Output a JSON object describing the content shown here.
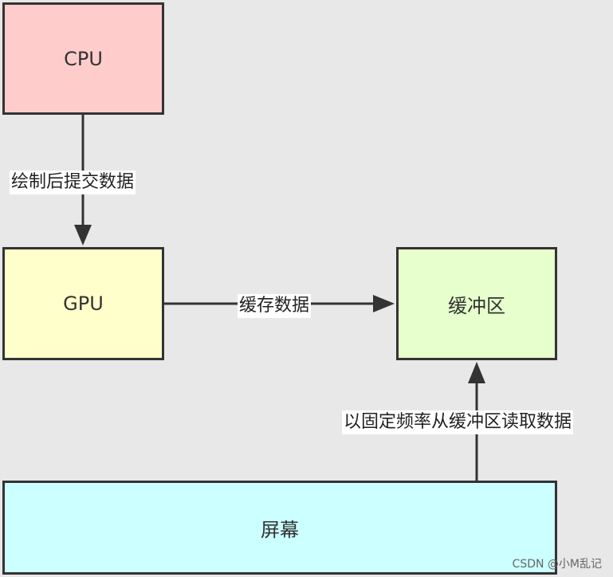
{
  "nodes": {
    "cpu": {
      "label": "CPU",
      "color": "#ffcccc"
    },
    "gpu": {
      "label": "GPU",
      "color": "#ffffcc"
    },
    "buffer": {
      "label": "缓冲区",
      "color": "#e6ffcc"
    },
    "screen": {
      "label": "屏幕",
      "color": "#ccffff"
    }
  },
  "edges": {
    "cpu_to_gpu": {
      "label": "绘制后提交数据"
    },
    "gpu_to_buffer": {
      "label": "缓存数据"
    },
    "screen_to_buffer": {
      "label": "以固定频率从缓冲区读取数据"
    }
  },
  "watermark": "CSDN @小M乱记",
  "colors": {
    "background": "#e8e8e8",
    "stroke": "#333333"
  }
}
